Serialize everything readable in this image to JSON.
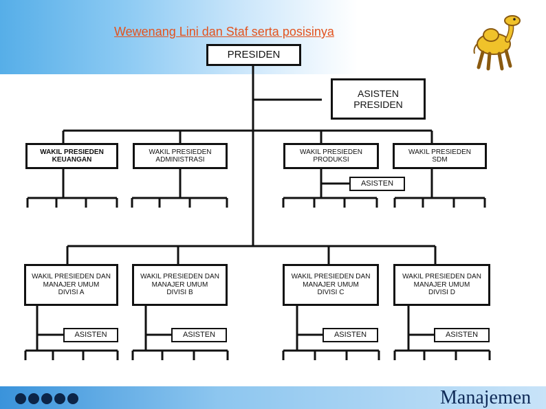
{
  "slide": {
    "title": "Wewenang Lini dan Staf serta posisinya",
    "footer_brand": "Manajemen",
    "footer_dots": 5
  },
  "org_chart": {
    "president": "PRESIDEN",
    "staff_assistant": "ASISTEN\nPRESIDEN",
    "vice_presidents": [
      {
        "label": "WAKIL PRESIEDEN\nKEUANGAN"
      },
      {
        "label": "WAKIL PRESIEDEN\nADMINISTRASI"
      },
      {
        "label": "WAKIL PRESIEDEN\nPRODUKSI",
        "assistant": "ASISTEN"
      },
      {
        "label": "WAKIL PRESIEDEN\nSDM"
      }
    ],
    "division_managers": [
      {
        "label": "WAKIL PRESIEDEN DAN\nMANAJER UMUM\nDIVISI A",
        "assistant": "ASISTEN"
      },
      {
        "label": "WAKIL PRESIEDEN DAN\nMANAJER UMUM\nDIVISI B",
        "assistant": "ASISTEN"
      },
      {
        "label": "WAKIL PRESIEDEN DAN\nMANAJER UMUM\nDIVISI C",
        "assistant": "ASISTEN"
      },
      {
        "label": "WAKIL PRESIEDEN DAN\nMANAJER UMUM\nDIVISI D",
        "assistant": "ASISTEN"
      }
    ]
  }
}
